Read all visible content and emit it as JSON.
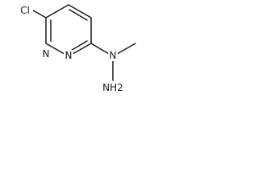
{
  "molecule": {
    "atoms": {
      "chlorine": "Cl",
      "ring_n1": "N",
      "ring_n2": "N",
      "hydrazine_n": "N",
      "amine": "NH2"
    },
    "bond_color": "#1a1a1a",
    "text_color": "#1a1a1a"
  }
}
